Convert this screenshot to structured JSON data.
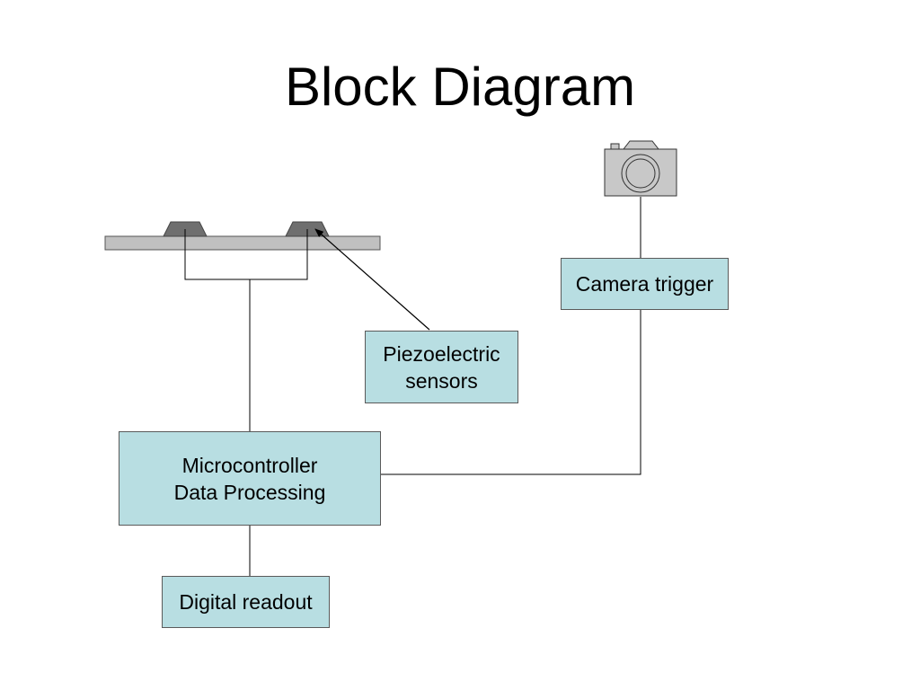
{
  "title": "Block Diagram",
  "blocks": {
    "camera_trigger": "Camera trigger",
    "piezo_line1": "Piezoelectric",
    "piezo_line2": "sensors",
    "micro_line1": "Microcontroller",
    "micro_line2": "Data Processing",
    "digital_readout": "Digital readout"
  },
  "icons": {
    "camera": "camera-icon",
    "platform": "sensor-platform",
    "sensor": "piezo-sensor"
  },
  "colors": {
    "box_fill": "#b8dee2",
    "platform_fill": "#c0c0c0",
    "sensor_fill": "#6f6f6f",
    "camera_fill": "#c8c8c8"
  }
}
